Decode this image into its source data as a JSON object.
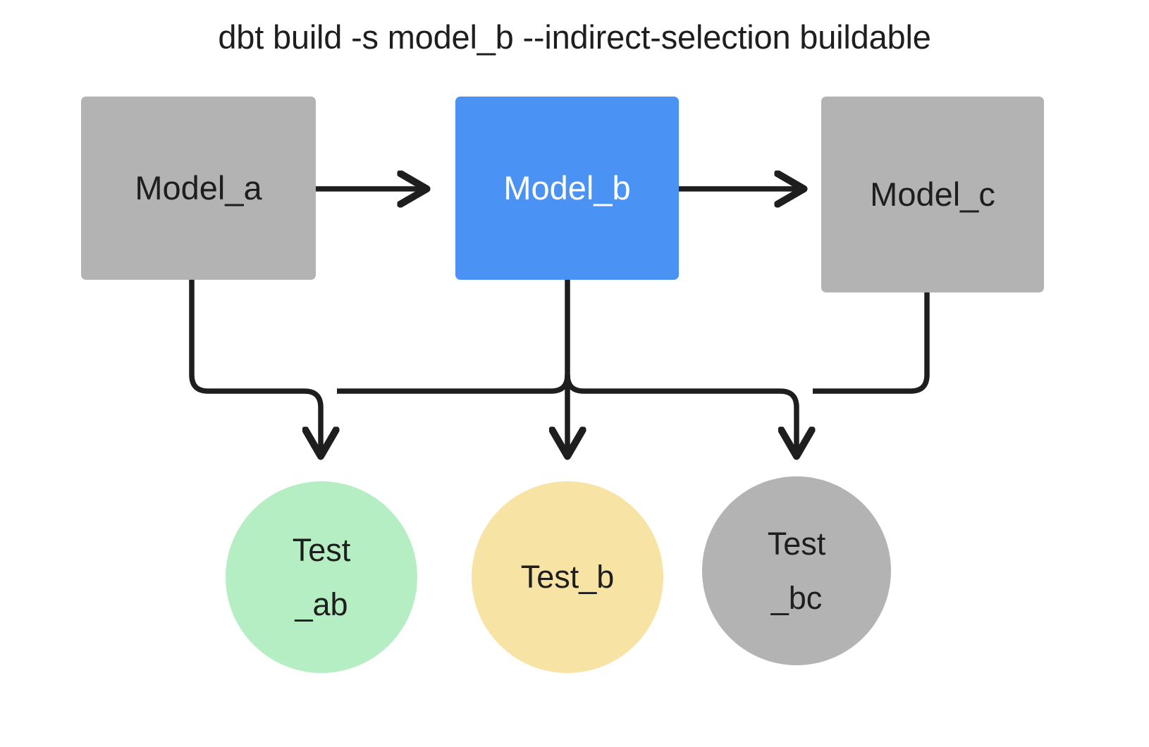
{
  "title": "dbt build -s model_b --indirect-selection buildable",
  "colors": {
    "background": "#ffffff",
    "gray_node": "#b3b3b3",
    "selected_blue": "#4a93f5",
    "test_green": "#b6eec4",
    "test_yellow": "#f7e3a3",
    "test_gray": "#b3b3b3",
    "edge_black": "#1e1e1e",
    "text_dark": "#1e1e1e",
    "text_light": "#ffffff"
  },
  "diagram": {
    "type": "dag",
    "models": [
      {
        "id": "model_a",
        "label": "Model_a",
        "shape": "rect",
        "fill": "#b3b3b3",
        "text_color": "#1e1e1e",
        "selected": false
      },
      {
        "id": "model_b",
        "label": "Model_b",
        "shape": "rect",
        "fill": "#4a93f5",
        "text_color": "#ffffff",
        "selected": true
      },
      {
        "id": "model_c",
        "label": "Model_c",
        "shape": "rect",
        "fill": "#b3b3b3",
        "text_color": "#1e1e1e",
        "selected": false
      }
    ],
    "tests": [
      {
        "id": "test_ab",
        "label": "Test\n_ab",
        "shape": "circle",
        "fill": "#b6eec4",
        "text_color": "#1e1e1e",
        "status": "included"
      },
      {
        "id": "test_b",
        "label": "Test_b",
        "shape": "circle",
        "fill": "#f7e3a3",
        "text_color": "#1e1e1e",
        "status": "partial"
      },
      {
        "id": "test_bc",
        "label": "Test\n_bc",
        "shape": "circle",
        "fill": "#b3b3b3",
        "text_color": "#1e1e1e",
        "status": "excluded"
      }
    ],
    "edges": [
      {
        "from": "model_a",
        "to": "model_b",
        "kind": "arrow-right"
      },
      {
        "from": "model_b",
        "to": "model_c",
        "kind": "arrow-right"
      },
      {
        "from": "model_a",
        "to": "test_ab",
        "kind": "elbow-down"
      },
      {
        "from": "model_b",
        "to": "test_ab",
        "kind": "elbow-down"
      },
      {
        "from": "model_b",
        "to": "test_b",
        "kind": "straight-down"
      },
      {
        "from": "model_b",
        "to": "test_bc",
        "kind": "elbow-down"
      },
      {
        "from": "model_c",
        "to": "test_bc",
        "kind": "elbow-down"
      }
    ]
  }
}
